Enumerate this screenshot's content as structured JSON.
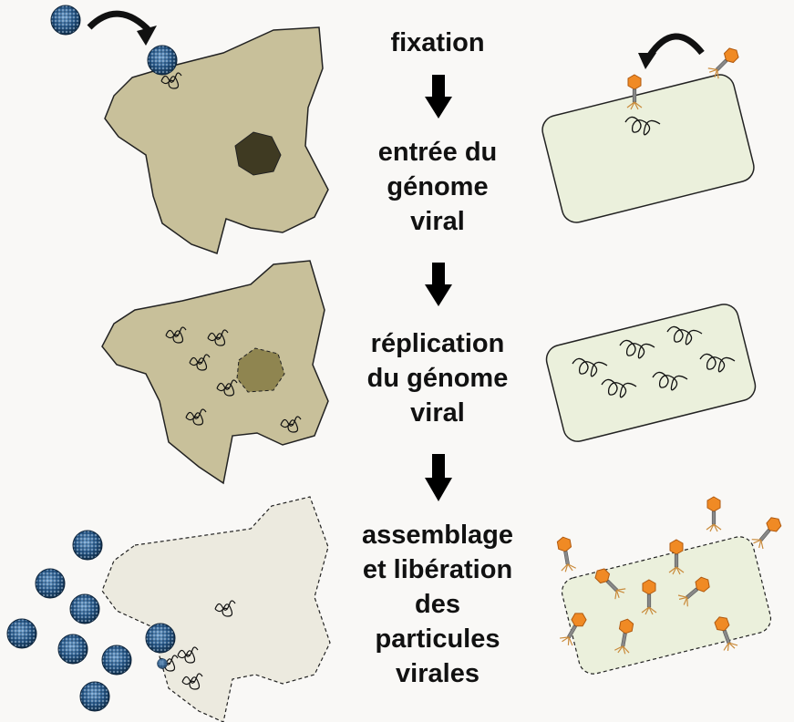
{
  "steps": [
    {
      "lines": [
        "fixation"
      ]
    },
    {
      "lines": [
        "entrée du",
        "génome",
        "viral"
      ]
    },
    {
      "lines": [
        "réplication",
        "du génome",
        "viral"
      ]
    },
    {
      "lines": [
        "assemblage",
        "et libération",
        "des",
        "particules",
        "virales"
      ]
    }
  ],
  "colors": {
    "background": "#f9f8f6",
    "cell_fill": "#c8c09a",
    "cell_fill_light": "#eceadf",
    "nucleus_dark": "#3f3a22",
    "nucleus_replication": "#8f8550",
    "bacterium_fill": "#ebf0dc",
    "virion_blue": "#1f4d7a",
    "phage_head": "#f08a24",
    "arrow": "#000000"
  },
  "icons": [
    "giant-virus-icon",
    "bacteriophage-icon",
    "down-arrow-icon",
    "curved-arrow-icon",
    "viral-genome-icon"
  ]
}
